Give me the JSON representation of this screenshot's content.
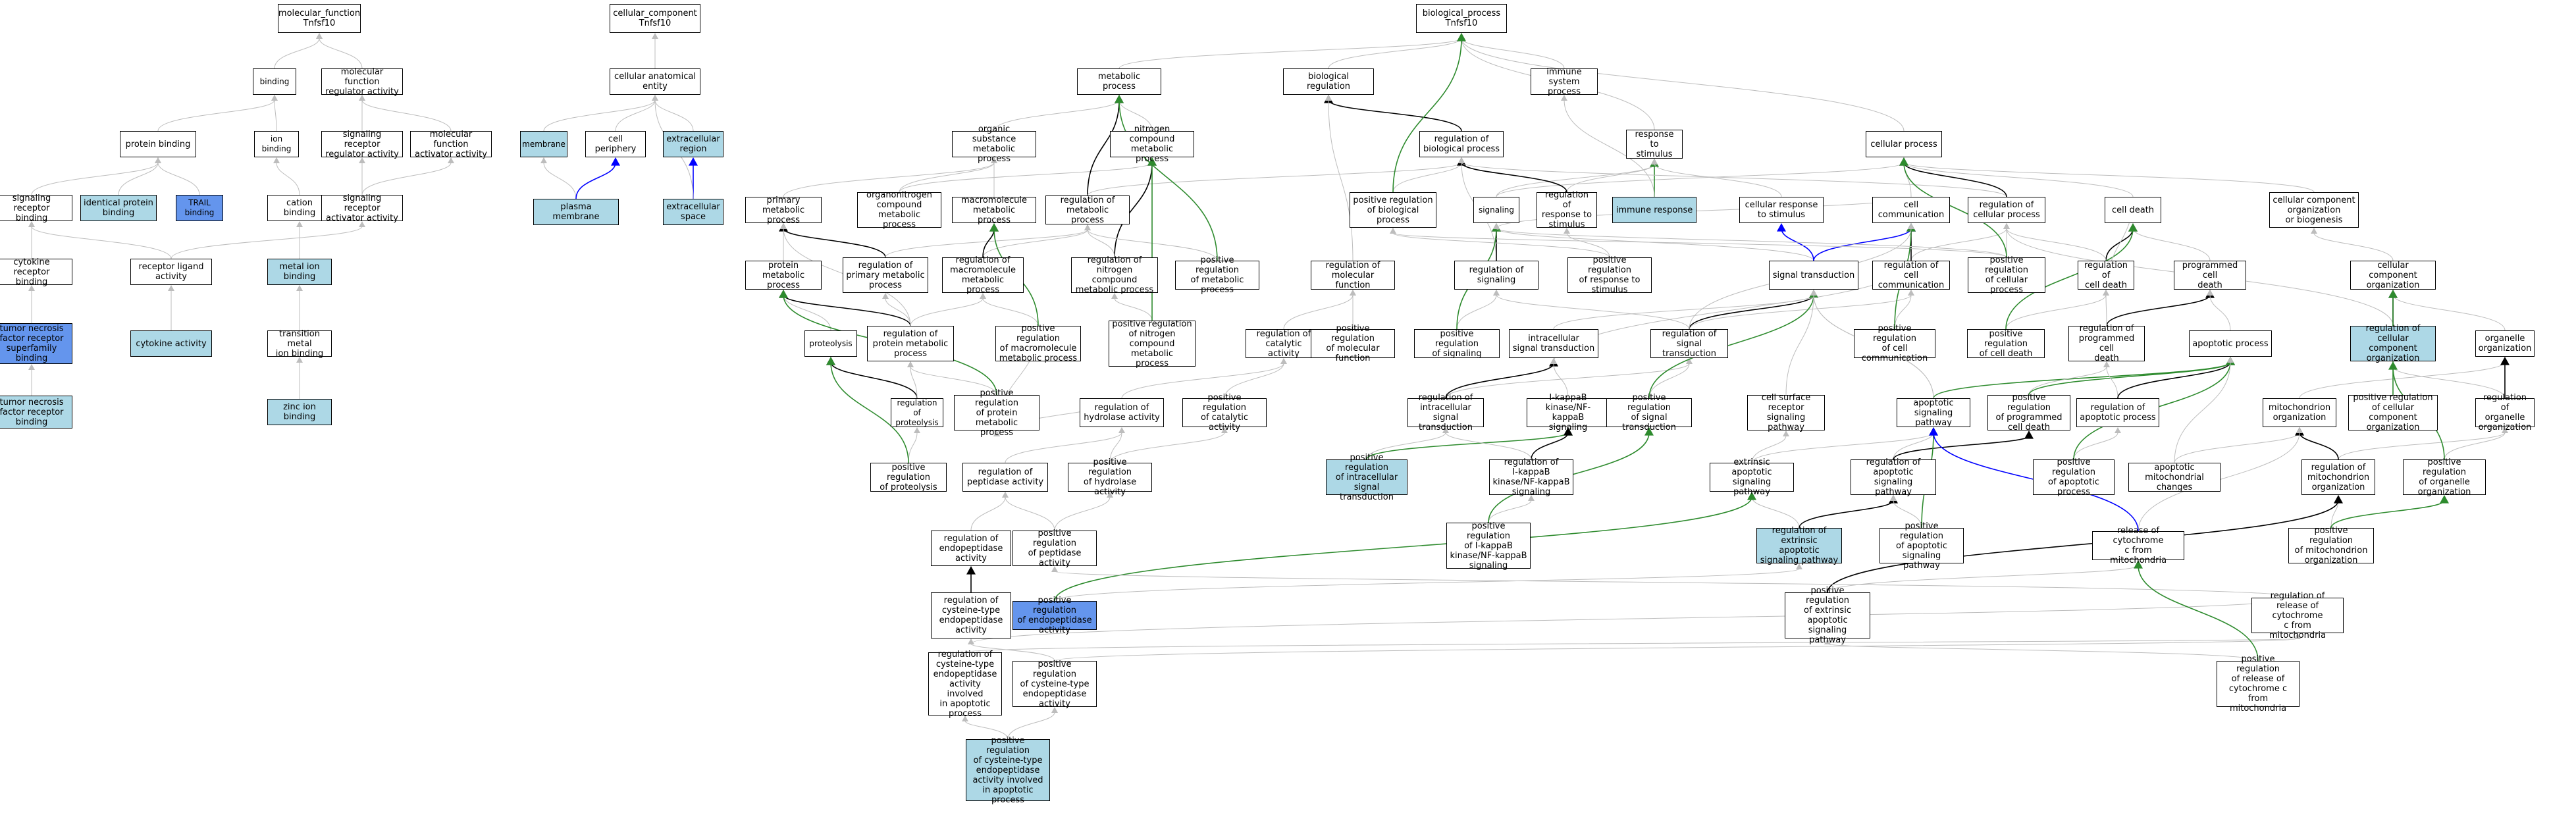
{
  "graph": {
    "node_labels": [
      "molecular_function\nTnfsf10",
      "binding",
      "molecular function\nregulator activity",
      "protein binding",
      "ion binding",
      "signaling receptor\nregulator activity",
      "molecular function\nactivator activity",
      "signaling receptor\nbinding",
      "identical protein\nbinding",
      "TRAIL binding",
      "cation binding",
      "signaling receptor\nactivator activity",
      "cytokine receptor\nbinding",
      "receptor ligand\nactivity",
      "metal ion binding",
      "tumor necrosis\nfactor receptor\nsuperfamily\nbinding",
      "cytokine activity",
      "transition metal\nion binding",
      "tumor necrosis\nfactor receptor\nbinding",
      "zinc ion binding",
      "cellular_component\nTnfsf10",
      "cellular anatomical\nentity",
      "membrane",
      "cell periphery",
      "extracellular\nregion",
      "plasma membrane",
      "extracellular\nspace",
      "biological_process\nTnfsf10",
      "metabolic process",
      "biological regulation",
      "immune system\nprocess",
      "organic substance\nmetabolic process",
      "nitrogen compound\nmetabolic process",
      "regulation of\nbiological process",
      "response to\nstimulus",
      "cellular process",
      "primary metabolic\nprocess",
      "organonitrogen\ncompound metabolic\nprocess",
      "macromolecule\nmetabolic process",
      "regulation of\nmetabolic process",
      "positive regulation\nof biological\nprocess",
      "signaling",
      "regulation of\nresponse to\nstimulus",
      "immune response",
      "cellular response\nto stimulus",
      "cell communication",
      "regulation of\ncellular process",
      "cell death",
      "cellular component\norganization\nor biogenesis",
      "regulation of\nprimary metabolic\nprocess",
      "protein metabolic\nprocess",
      "regulation of\nmacromolecule\nmetabolic process",
      "regulation of\nnitrogen compound\nmetabolic process",
      "positive regulation\nof metabolic\nprocess",
      "regulation of\nmolecular function",
      "regulation of\nsignaling",
      "positive regulation\nof response to\nstimulus",
      "signal transduction",
      "regulation of\ncell communication",
      "positive regulation\nof cellular\nprocess",
      "regulation of\ncell death",
      "programmed cell\ndeath",
      "cellular component\norganization",
      "regulation of\nprotein metabolic\nprocess",
      "positive regulation\nof macromolecule\nmetabolic process",
      "positive regulation\nof nitrogen\ncompound metabolic\nprocess",
      "regulation of\ncatalytic activity",
      "positive regulation\nof molecular\nfunction",
      "positive regulation\nof signaling",
      "intracellular\nsignal transduction",
      "regulation of\nsignal transduction",
      "positive regulation\nof cell communication",
      "positive regulation\nof cell death",
      "regulation of\nprogrammed cell\ndeath",
      "apoptotic process",
      "regulation of\ncellular component\norganization",
      "organelle organization",
      "proteolysis",
      "regulation of\nproteolysis",
      "positive regulation\nof protein metabolic\nprocess",
      "regulation of\nhydrolase activity",
      "positive regulation\nof catalytic\nactivity",
      "regulation of\nintracellular\nsignal transduction",
      "I-kappaB kinase/NF-kappaB\nsignaling",
      "positive regulation\nof signal transduction",
      "cell surface\nreceptor signaling\npathway",
      "apoptotic signaling\npathway",
      "positive regulation\nof programmed\ncell death",
      "regulation of\napoptotic process",
      "mitochondrion\norganization",
      "positive regulation\nof cellular\ncomponent organization",
      "regulation of\norganelle organization",
      "positive regulation\nof proteolysis",
      "regulation of\npeptidase activity",
      "positive regulation\nof hydrolase\nactivity",
      "positive regulation\nof intracellular\nsignal transduction",
      "regulation of\nI-kappaB kinase/NF-kappaB\nsignaling",
      "extrinsic apoptotic\nsignaling pathway",
      "regulation of\napoptotic signaling\npathway",
      "positive regulation\nof apoptotic\nprocess",
      "apoptotic mitochondrial\nchanges",
      "regulation of\nmitochondrion\norganization",
      "positive regulation\nof organelle\norganization",
      "regulation of\nendopeptidase\nactivity",
      "positive regulation\nof peptidase\nactivity",
      "positive regulation\nof I-kappaB\nkinase/NF-kappaB\nsignaling",
      "regulation of\nextrinsic apoptotic\nsignaling pathway",
      "positive regulation\nof apoptotic\nsignaling pathway",
      "release of cytochrome\nc from mitochondria",
      "positive regulation\nof mitochondrion\norganization",
      "regulation of\ncysteine-type\nendopeptidase\nactivity",
      "positive regulation\nof endopeptidase\nactivity",
      "positive regulation\nof extrinsic\napoptotic signaling\npathway",
      "regulation of\nrelease of cytochrome\nc from mitochondria",
      "regulation of\ncysteine-type\nendopeptidase\nactivity involved\nin apoptotic\nprocess",
      "positive regulation\nof cysteine-type\nendopeptidase\nactivity",
      "positive regulation\nof release of\ncytochrome c\nfrom mitochondria",
      "positive regulation\nof cysteine-type\nendopeptidase\nactivity involved\nin apoptotic\nprocess"
    ],
    "node_styles": {
      "light": [
        8,
        14,
        16,
        19,
        18,
        22,
        24,
        25,
        26,
        43,
        75,
        95,
        106,
        117
      ],
      "dark": [
        9,
        15,
        111
      ]
    },
    "colors": {
      "border": "#000000",
      "node_fill": "#ffffff",
      "highlight_light": "#add8e6",
      "highlight_dark": "#6495ed",
      "edge_is_a": "#bdbdbd",
      "edge_part_of": "#000000",
      "edge_positively_regulates": "#2e8b2e",
      "edge_regulates": "#0000ff"
    }
  }
}
